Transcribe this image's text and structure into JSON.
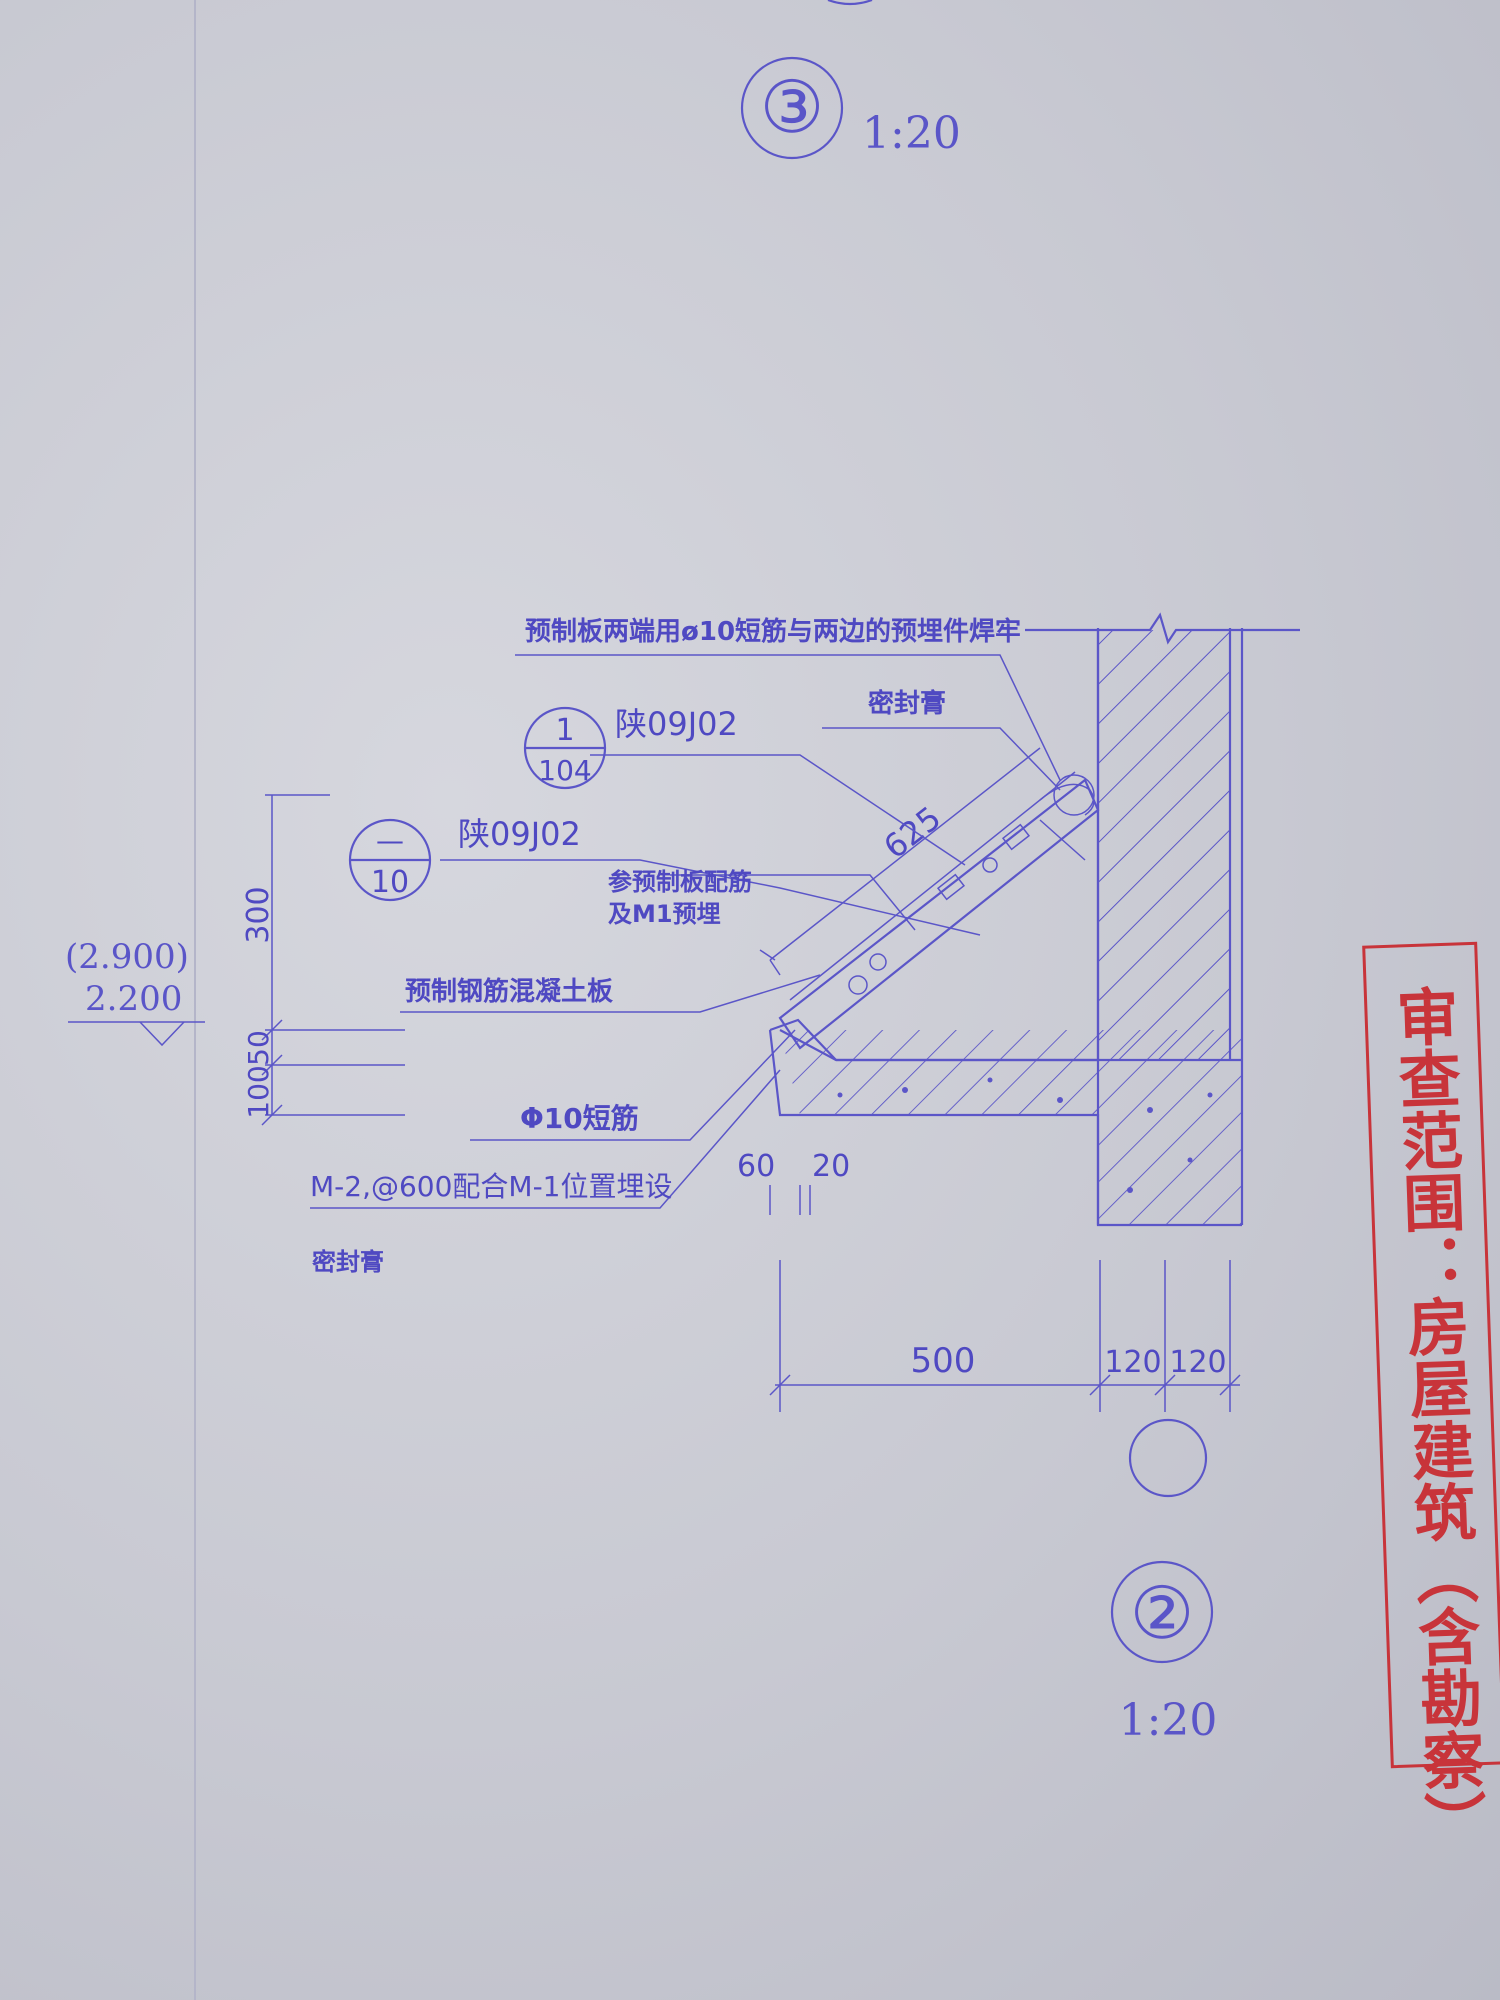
{
  "top_detail": {
    "number": "③",
    "scale": "1:20"
  },
  "bottom_detail": {
    "number": "②",
    "scale": "1:20"
  },
  "notes": {
    "top_note": "预制板两端用ø10短筋与两边的预埋件焊牢",
    "sealant_top": "密封膏",
    "ref1_code": "陕09J02",
    "ref2_code": "陕09J02",
    "rebar_ref_line1": "参预制板配筋",
    "rebar_ref_line2": "及M1预埋",
    "precast_slab": "预制钢筋混凝土板",
    "short_bar": "Φ10短筋",
    "embed": "M-2,@600配合M-1位置埋设",
    "sealant_bottom": "密封膏"
  },
  "ref_bubbles": {
    "bubble1_top": "1",
    "bubble1_bottom": "104",
    "bubble2_top": "—",
    "bubble2_bottom": "10"
  },
  "dimensions": {
    "slope_length": "625",
    "dim_300": "300",
    "dim_50": "50",
    "dim_100": "100",
    "elev_paren": "(2.900)",
    "elev": "2.200",
    "dim_60": "60",
    "dim_20": "20",
    "dim_500": "500",
    "dim_120a": "120",
    "dim_120b": "120"
  },
  "stamp": {
    "text": "审查范围：房屋建筑（含勘察）"
  },
  "colors": {
    "ink": "#5b56c8",
    "stamp": "#c8343a",
    "paper": "#cfd0d8"
  }
}
